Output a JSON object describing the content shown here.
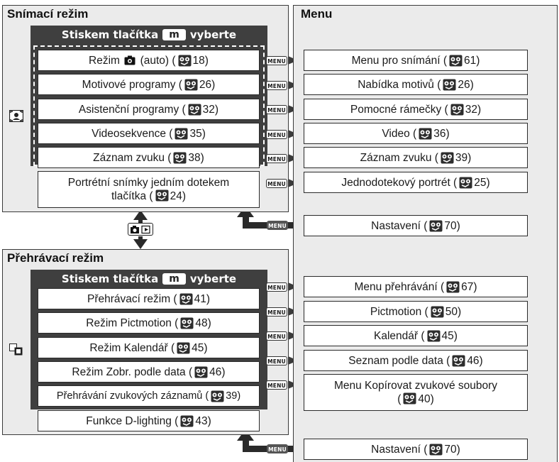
{
  "shooting": {
    "title": "Snímací režim",
    "header_prefix": "Stiskem tlačítka",
    "header_key": "m",
    "header_suffix": "vyberte",
    "items": [
      {
        "text": "Režim",
        "text_after_icon": "(auto) (",
        "page": "18)"
      },
      {
        "text": "Motivové programy (",
        "page": "26)"
      },
      {
        "text": "Asistenční programy (",
        "page": "32)"
      },
      {
        "text": "Videosekvence (",
        "page": "35)"
      },
      {
        "text": "Záznam zvuku (",
        "page": "38)"
      },
      {
        "text_line1": "Portrétní snímky jedním dotekem",
        "text_line2": "tlačítka (",
        "page": "24)"
      }
    ]
  },
  "menu": {
    "title": "Menu",
    "items": [
      {
        "text": "Menu pro snímání (",
        "page": "61)"
      },
      {
        "text": "Nabídka motivů (",
        "page": "26)"
      },
      {
        "text": "Pomocné rámečky (",
        "page": "32)"
      },
      {
        "text": "Video (",
        "page": "36)"
      },
      {
        "text": "Záznam zvuku (",
        "page": "39)"
      },
      {
        "text": "Jednodotekový portrét (",
        "page": "25)"
      },
      {
        "text": "Nastavení (",
        "page": "70)"
      }
    ]
  },
  "playback": {
    "title": "Přehrávací režim",
    "header_prefix": "Stiskem tlačítka",
    "header_key": "m",
    "header_suffix": "vyberte",
    "items": [
      {
        "text": "Přehrávací režim (",
        "page": "41)"
      },
      {
        "text": "Režim Pictmotion (",
        "page": "48)"
      },
      {
        "text": "Režim Kalendář (",
        "page": "45)"
      },
      {
        "text": "Režim Zobr. podle data (",
        "page": "46)"
      },
      {
        "text": "Přehrávání zvukových záznamů (",
        "page": "39)"
      },
      {
        "text": "Funkce D-lighting (",
        "page": "43)"
      }
    ]
  },
  "playback_menu": {
    "items": [
      {
        "text": "Menu přehrávání (",
        "page": "67)"
      },
      {
        "text": "Pictmotion (",
        "page": "50)"
      },
      {
        "text": "Kalendář (",
        "page": "45)"
      },
      {
        "text": "Seznam podle data (",
        "page": "46)"
      },
      {
        "text_line1": "Menu Kopírovat zvukové soubory",
        "text_line2": "(",
        "page": "40)"
      },
      {
        "text": "Nastavení (",
        "page": "70)"
      }
    ]
  },
  "menu_button_label": "MENU",
  "colors": {
    "panel_bg": "#ebebeb",
    "dark_group": "#3f3f3f",
    "arrow": "#9a9a9a",
    "dark_arrow": "#2a2a2a"
  },
  "icons": [
    "camera-icon",
    "page-reference-icon",
    "menu-button-icon",
    "face-priority-icon",
    "camera-playback-toggle-icon",
    "calendar-list-icon"
  ]
}
